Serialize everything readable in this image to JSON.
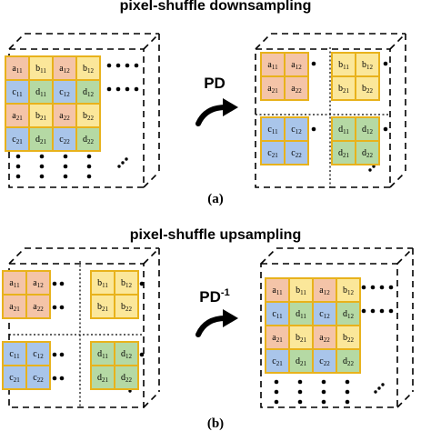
{
  "panel_a": {
    "title": "pixel-shuffle downsampling",
    "operator": "PD",
    "caption": "(a)",
    "input_grid": [
      [
        {
          "l": "a",
          "s": "11"
        },
        {
          "l": "b",
          "s": "11"
        },
        {
          "l": "a",
          "s": "12"
        },
        {
          "l": "b",
          "s": "12"
        }
      ],
      [
        {
          "l": "c",
          "s": "11"
        },
        {
          "l": "d",
          "s": "11"
        },
        {
          "l": "c",
          "s": "12"
        },
        {
          "l": "d",
          "s": "12"
        }
      ],
      [
        {
          "l": "a",
          "s": "21"
        },
        {
          "l": "b",
          "s": "21"
        },
        {
          "l": "a",
          "s": "22"
        },
        {
          "l": "b",
          "s": "22"
        }
      ],
      [
        {
          "l": "c",
          "s": "21"
        },
        {
          "l": "d",
          "s": "21"
        },
        {
          "l": "c",
          "s": "22"
        },
        {
          "l": "d",
          "s": "22"
        }
      ]
    ],
    "output_blocks": [
      [
        [
          {
            "l": "a",
            "s": "11"
          },
          {
            "l": "a",
            "s": "12"
          }
        ],
        [
          {
            "l": "a",
            "s": "21"
          },
          {
            "l": "a",
            "s": "22"
          }
        ]
      ],
      [
        [
          {
            "l": "b",
            "s": "11"
          },
          {
            "l": "b",
            "s": "12"
          }
        ],
        [
          {
            "l": "b",
            "s": "21"
          },
          {
            "l": "b",
            "s": "22"
          }
        ]
      ],
      [
        [
          {
            "l": "c",
            "s": "11"
          },
          {
            "l": "c",
            "s": "12"
          }
        ],
        [
          {
            "l": "c",
            "s": "21"
          },
          {
            "l": "c",
            "s": "22"
          }
        ]
      ],
      [
        [
          {
            "l": "d",
            "s": "11"
          },
          {
            "l": "d",
            "s": "12"
          }
        ],
        [
          {
            "l": "d",
            "s": "21"
          },
          {
            "l": "d",
            "s": "22"
          }
        ]
      ]
    ]
  },
  "panel_b": {
    "title": "pixel-shuffle upsampling",
    "operator": "PD",
    "operator_sup": "-1",
    "caption": "(b)"
  },
  "colors": {
    "a": "#f4c4a8",
    "b": "#fbe79a",
    "c": "#a9c5ea",
    "d": "#b5d9a4",
    "cell_border": "#e8b21c",
    "text": "#000000"
  }
}
